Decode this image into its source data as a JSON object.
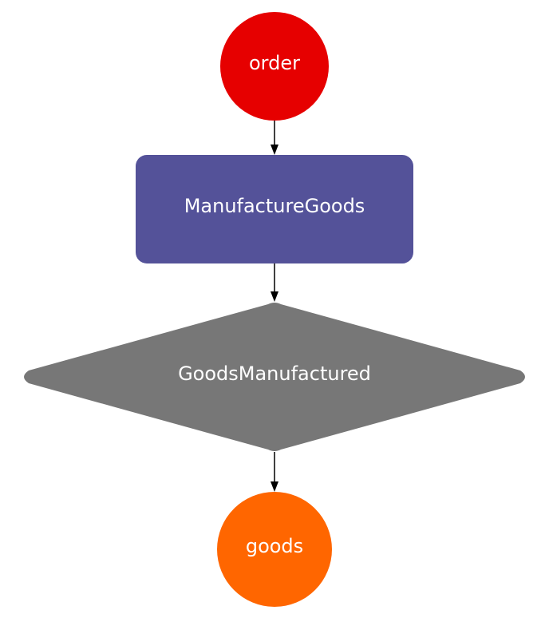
{
  "diagram": {
    "type": "flowchart",
    "nodes": [
      {
        "id": "order",
        "label": "order",
        "shape": "circle",
        "color": "#e60000"
      },
      {
        "id": "manufacture",
        "label": "ManufactureGoods",
        "shape": "rounded-rectangle",
        "color": "#545299"
      },
      {
        "id": "decision",
        "label": "GoodsManufactured",
        "shape": "diamond",
        "color": "#777777"
      },
      {
        "id": "goods",
        "label": "goods",
        "shape": "circle",
        "color": "#ff6600"
      }
    ],
    "edges": [
      {
        "from": "order",
        "to": "manufacture"
      },
      {
        "from": "manufacture",
        "to": "decision"
      },
      {
        "from": "decision",
        "to": "goods"
      }
    ]
  }
}
